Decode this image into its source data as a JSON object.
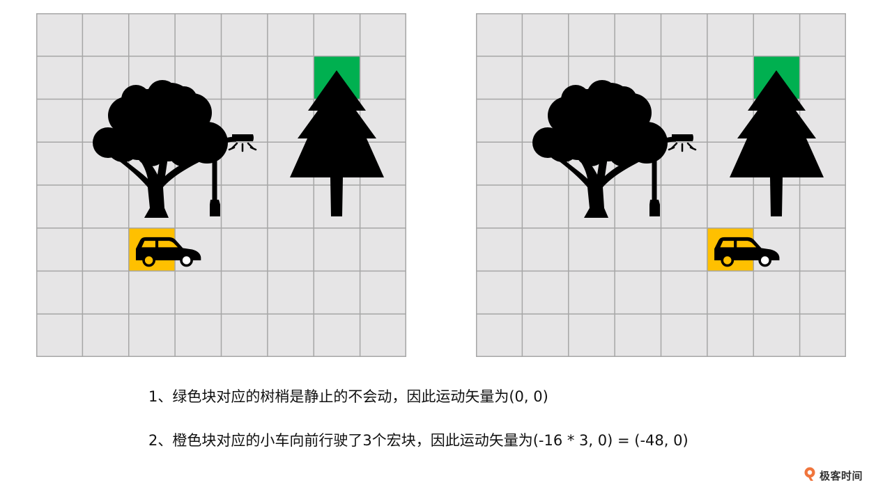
{
  "diagram": {
    "grid": {
      "cols": 8,
      "rows": 8
    },
    "colors": {
      "cell_fill": "#e6e5e6",
      "grid_line": "#a6a6a6",
      "silhouette": "#000000",
      "green_block": "#00b050",
      "orange_block": "#ffc000",
      "brand_accent": "#f0753c"
    },
    "panels": [
      {
        "name": "frame-before",
        "green_block_cell": [
          6,
          1
        ],
        "orange_block_cell": [
          2,
          5
        ]
      },
      {
        "name": "frame-after",
        "green_block_cell": [
          6,
          1
        ],
        "orange_block_cell": [
          5,
          5
        ]
      }
    ],
    "icons": [
      "deciduous-tree-icon",
      "street-lamp-icon",
      "pine-tree-icon",
      "car-icon"
    ]
  },
  "captions": {
    "line1": "1、绿色块对应的树梢是静止的不会动，因此运动矢量为(0, 0)",
    "line2": "2、橙色块对应的小车向前行驶了3个宏块，因此运动矢量为(-16 * 3, 0) = (-48, 0)"
  },
  "brand": {
    "text": "极客时间",
    "icon": "geektime-logo-icon"
  }
}
